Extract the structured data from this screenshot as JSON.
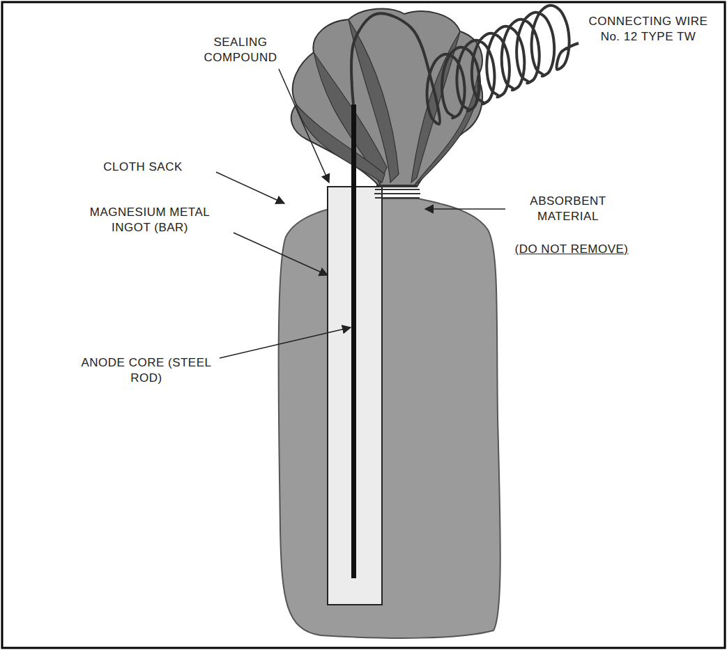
{
  "diagram": {
    "labels": [
      "SEALING COMPOUND",
      "CLOTH SACK",
      "MAGNESIUM METAL INGOT (BAR)",
      "ABSORBENT MATERIAL",
      "(DO NOT REMOVE)",
      "ANODE CORE (STEEL ROD)",
      "CONNECTING WIRE No. 12 TYPE TW"
    ]
  }
}
